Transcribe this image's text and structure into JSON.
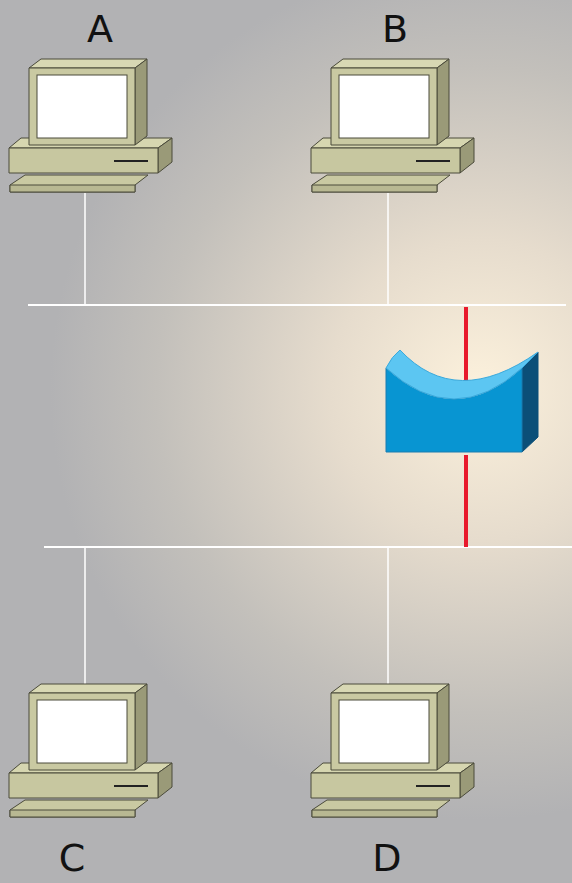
{
  "diagram": {
    "nodes": [
      {
        "text": [
          "A"
        ]
      },
      {
        "text": [
          "B"
        ]
      },
      {
        "text": [
          "C"
        ]
      },
      {
        "text": [
          "D"
        ]
      }
    ]
  }
}
